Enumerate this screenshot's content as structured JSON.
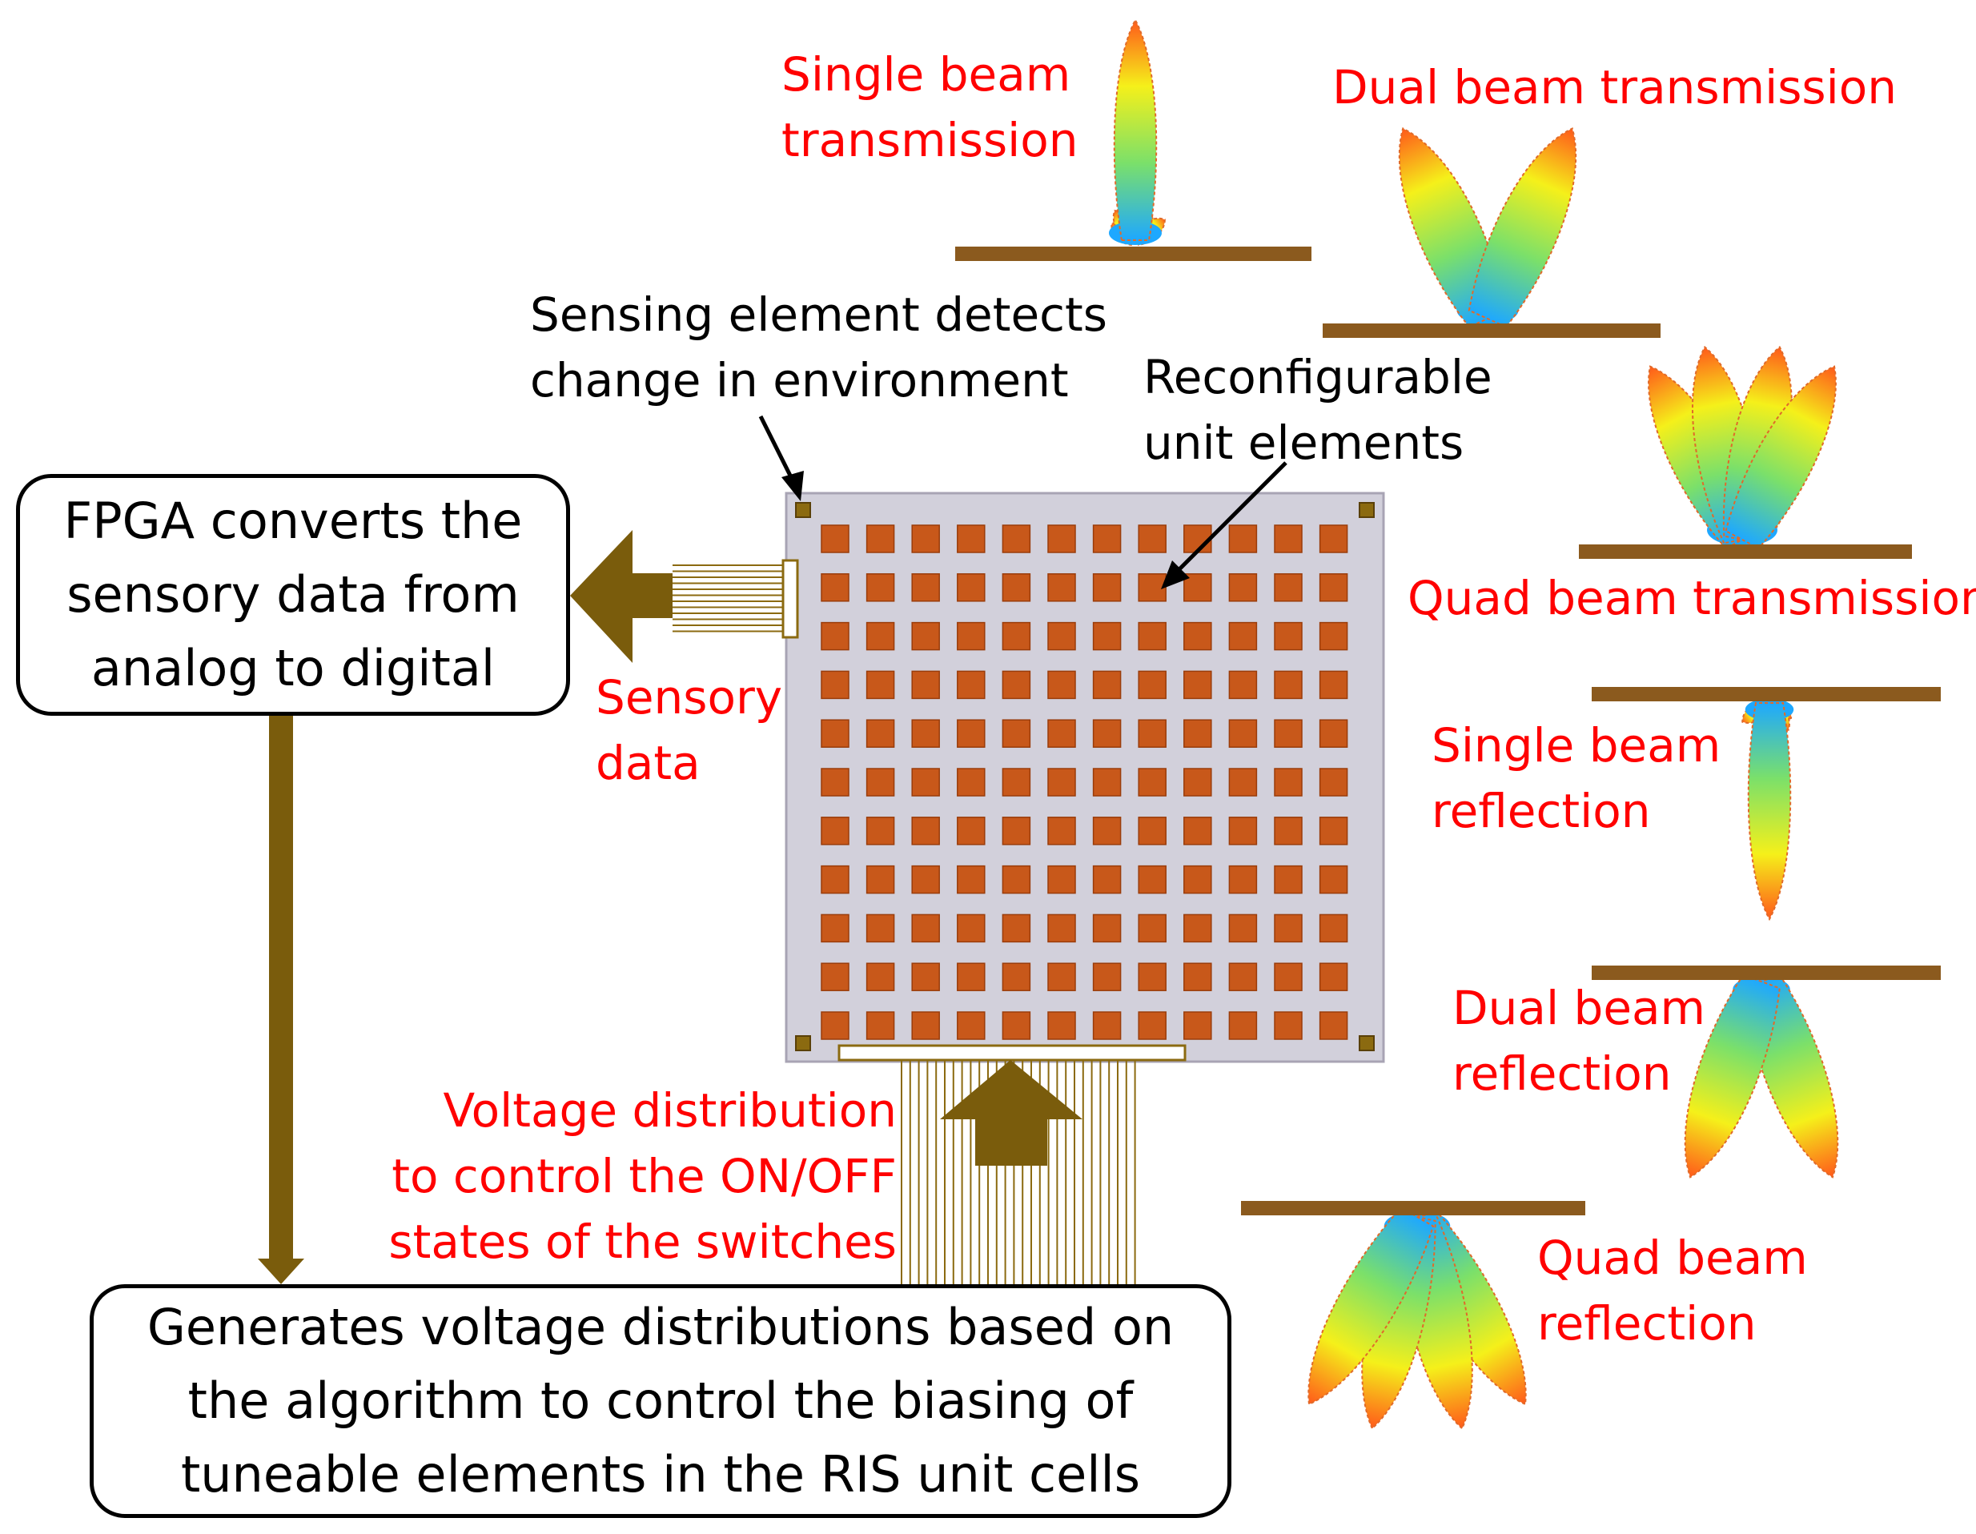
{
  "labels": {
    "single_beam_transmission": "Single beam\ntransmission",
    "dual_beam_transmission": "Dual beam transmission",
    "quad_beam_transmission": "Quad beam transmission",
    "single_beam_reflection": "Single beam\nreflection",
    "dual_beam_reflection": "Dual beam\nreflection",
    "quad_beam_reflection": "Quad beam\nreflection",
    "sensing_element": "Sensing element detects\nchange in environment",
    "reconfigurable_elements": "Reconfigurable\nunit elements",
    "sensory_data": "Sensory\ndata",
    "voltage_distribution": "Voltage distribution\nto control the ON/OFF\nstates of the switches"
  },
  "boxes": {
    "fpga": "FPGA converts the\nsensory data from\nanalog to digital",
    "generator": "Generates voltage distributions based on\nthe algorithm to control the biasing of\ntuneable elements in the RIS unit cells"
  },
  "colors": {
    "text_red": "#ff0000",
    "arrow_brown": "#7a5c0c",
    "substrate_brown": "#8b5a1e",
    "ris_board": "#d2d0db",
    "unit_cell": "#c8581a",
    "beam_gradient": [
      "#1ea8ff",
      "#7be06a",
      "#f5f01a",
      "#ff5a1a"
    ]
  },
  "ris_grid": {
    "rows": 11,
    "cols": 12
  }
}
